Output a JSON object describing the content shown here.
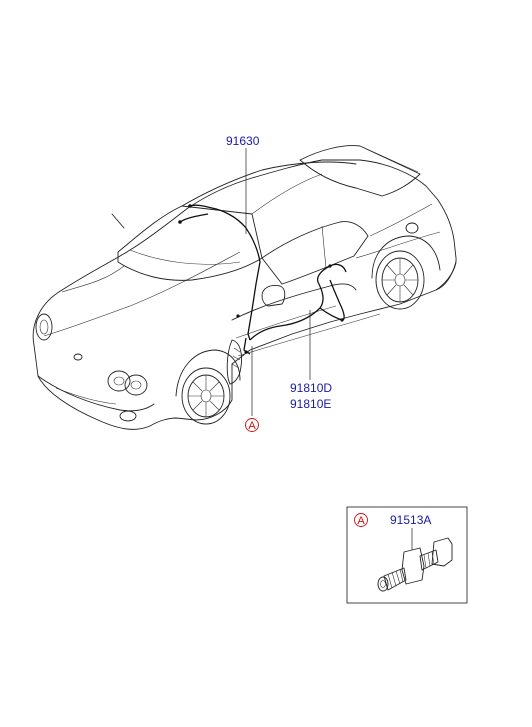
{
  "diagram": {
    "callouts": [
      {
        "id": "harness-roof",
        "label": "91630"
      },
      {
        "id": "harness-door-d",
        "label": "91810D"
      },
      {
        "id": "harness-door-e",
        "label": "91810E"
      }
    ],
    "reference_marker": "A",
    "detail_box": {
      "marker": "A",
      "part_label": "91513A"
    },
    "colors": {
      "label": "#1a1aa6",
      "reference": "#d01010",
      "line": "#222222"
    }
  }
}
